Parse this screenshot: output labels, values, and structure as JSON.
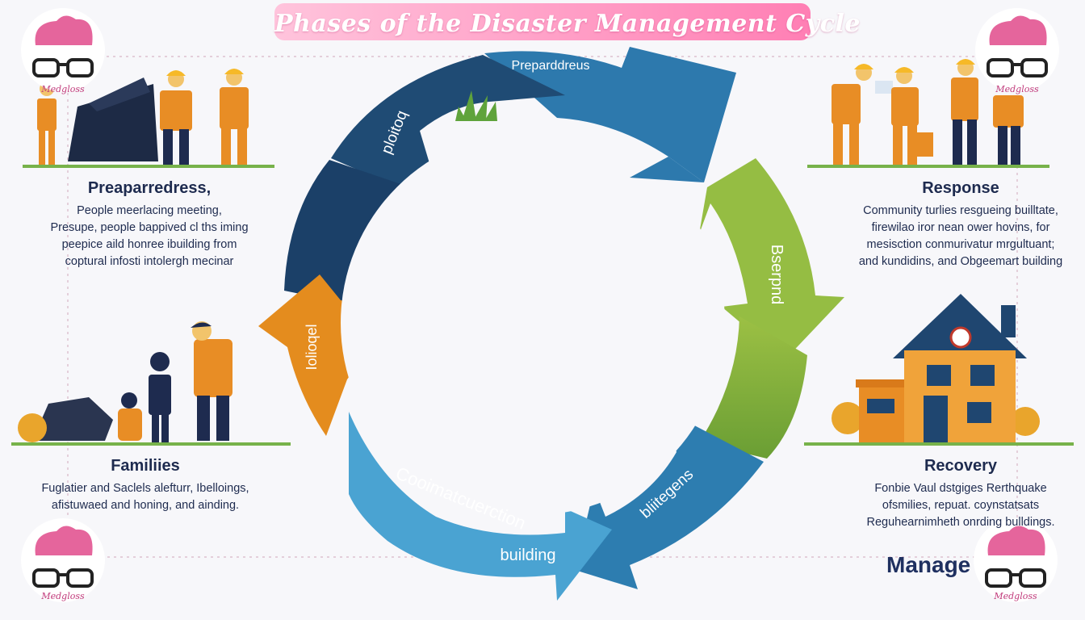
{
  "title": "Phases of the Disaster Management Cycle",
  "colors": {
    "navy": "#1e4d78",
    "blue": "#2f7fb3",
    "lightblue": "#4fa6d3",
    "green_light": "#8fb83f",
    "green": "#6fa33a",
    "orange": "#e38b1f",
    "pink": "#ff7fb4",
    "watermark_pink": "#e5659c"
  },
  "cycle": {
    "segments": [
      {
        "label": "Preparddreus"
      },
      {
        "label": "Bserpnd"
      },
      {
        "label": "bliitegens"
      },
      {
        "label": "Cooimatcuerction"
      },
      {
        "label": "building"
      },
      {
        "label": "Iolioqel"
      },
      {
        "label": "ploitoq"
      }
    ]
  },
  "panels": {
    "top_left": {
      "title": "Preaparredress,",
      "lines": [
        "People meerlacing meeting,",
        "Presupe, people bappived cl ths iming",
        "peepice aild honree ibuilding from",
        "coptural infosti intolergh mecinar"
      ]
    },
    "top_right": {
      "title": "Response",
      "lines": [
        "Community turlies resgueing builltate,",
        "firewilao iror nean ower hovins, for",
        "mesisction conmurivatur mrgultuant;",
        "and kundidins, and Obgeemart building"
      ]
    },
    "bottom_left": {
      "title": "Familiies",
      "lines": [
        "Fuglatier and Saclels alefturr, Ibelloings,",
        "afistuwaed and honing, and ainding."
      ]
    },
    "bottom_right": {
      "title": "Recovery",
      "lines": [
        "Fonbie Vaul dstgiges Rerthquake",
        "ofsmilies, repuat. coynstatsats",
        "Reguhearnimheth onrding bulldings."
      ]
    }
  },
  "footer_text": "Manage",
  "watermark": {
    "label": "Medgloss",
    "icon": "brain-glasses-icon"
  }
}
